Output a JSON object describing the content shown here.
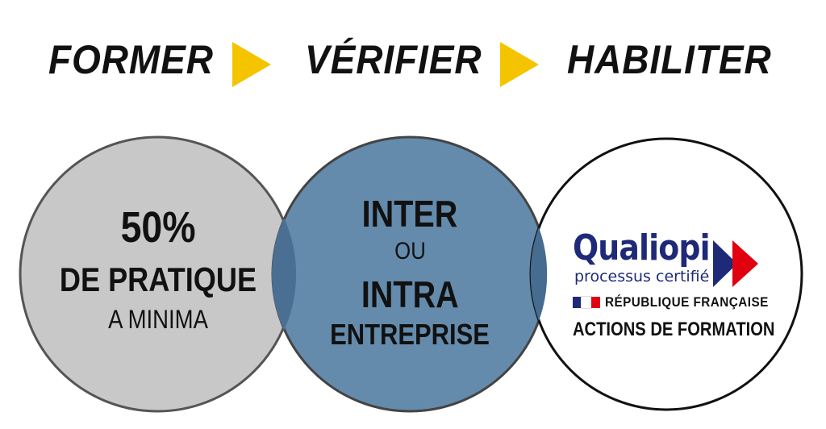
{
  "header": {
    "step1": "FORMER",
    "step2": "VÉRIFIER",
    "step3": "HABILITER",
    "arrow_color": "#f5c400"
  },
  "circle_practice": {
    "percent": "50%",
    "line2": "DE PRATIQUE",
    "line3": "A MINIMA",
    "fill_color": "#c8c8c8"
  },
  "circle_format": {
    "line1": "INTER",
    "line2": "OU",
    "line3": "INTRA",
    "line4": "ENTREPRISE",
    "fill_color": "#6189a9"
  },
  "circle_certification": {
    "logo_word": "Qualiopi",
    "logo_tagline": "processus certifié",
    "republique": "RÉPUBLIQUE FRANÇAISE",
    "actions": "ACTIONS DE FORMATION",
    "brand_blue": "#1e2a78",
    "brand_red": "#e1000f"
  },
  "icons": {
    "arrows": [
      "triangle-arrow-icon",
      "triangle-arrow-icon"
    ],
    "logo": "qualiopi-double-arrow-icon",
    "flag": "french-flag-icon"
  }
}
